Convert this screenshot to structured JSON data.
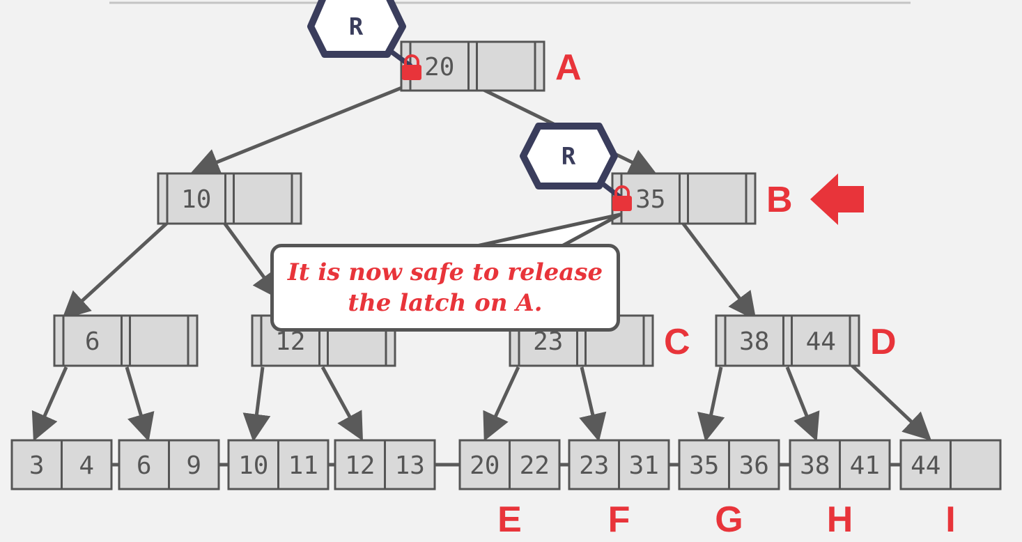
{
  "colors": {
    "background": "#f2f2f2",
    "node_fill": "#d9d9d9",
    "node_stroke": "#555555",
    "edge": "#5a5a5a",
    "highlight_red": "#e8343a",
    "latch_border": "#3a3d5c"
  },
  "inner_nodes": [
    {
      "id": "root",
      "keys": [
        "20",
        ""
      ],
      "label": "A"
    },
    {
      "id": "l1-left",
      "keys": [
        "10",
        ""
      ],
      "label": ""
    },
    {
      "id": "l1-right",
      "keys": [
        "35",
        ""
      ],
      "label": "B"
    },
    {
      "id": "l2-0",
      "keys": [
        "6",
        ""
      ],
      "label": ""
    },
    {
      "id": "l2-1",
      "keys": [
        "12",
        ""
      ],
      "label": ""
    },
    {
      "id": "l2-2",
      "keys": [
        "23",
        ""
      ],
      "label": "C"
    },
    {
      "id": "l2-3",
      "keys": [
        "38",
        "44"
      ],
      "label": "D"
    }
  ],
  "leaves": [
    {
      "keys": [
        "3",
        "4"
      ],
      "label": ""
    },
    {
      "keys": [
        "6",
        "9"
      ],
      "label": ""
    },
    {
      "keys": [
        "10",
        "11"
      ],
      "label": ""
    },
    {
      "keys": [
        "12",
        "13"
      ],
      "label": ""
    },
    {
      "keys": [
        "20",
        "22"
      ],
      "label": "E"
    },
    {
      "keys": [
        "23",
        "31"
      ],
      "label": "F"
    },
    {
      "keys": [
        "35",
        "36"
      ],
      "label": "G"
    },
    {
      "keys": [
        "38",
        "41"
      ],
      "label": "H"
    },
    {
      "keys": [
        "44",
        ""
      ],
      "label": "I"
    }
  ],
  "read_latches": [
    {
      "label": "R",
      "on": "root"
    },
    {
      "label": "R",
      "on": "l1-right"
    }
  ],
  "lock_icon": "padlock-icon",
  "pointer_icon": "arrow-left-icon",
  "callout": {
    "line1": "It is now safe to release",
    "line2": "the latch on A."
  }
}
